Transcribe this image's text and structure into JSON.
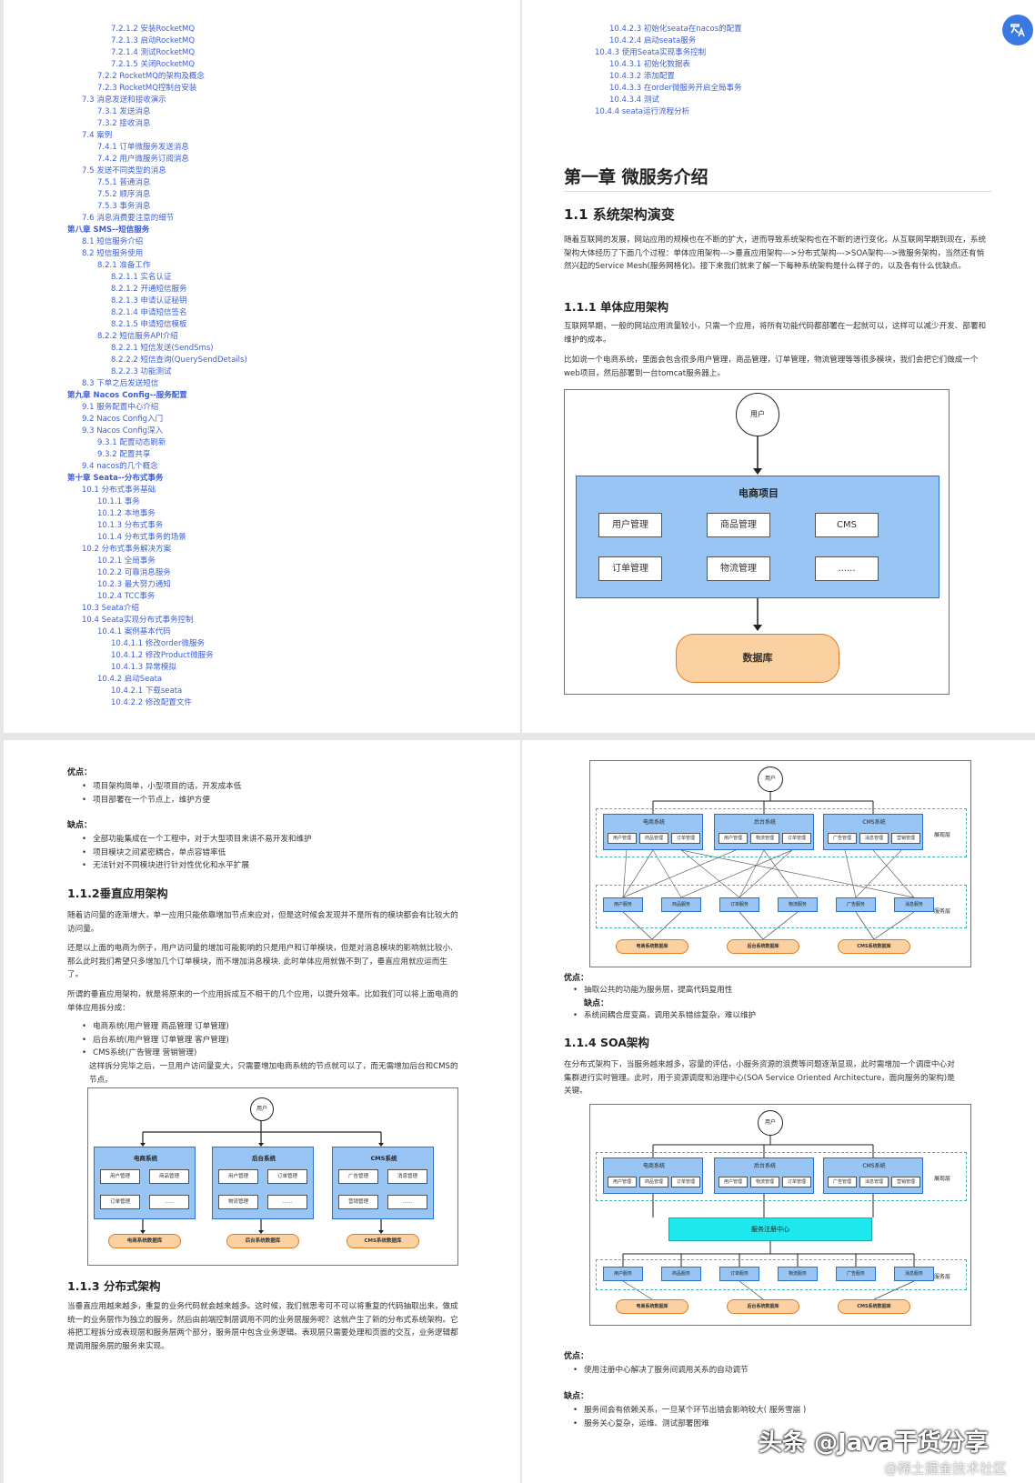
{
  "toc_left": [
    {
      "t": "7.2.1.2 安装RocketMQ",
      "l": 3
    },
    {
      "t": "7.2.1.3 启动RocketMQ",
      "l": 3
    },
    {
      "t": "7.2.1.4 测试RocketMQ",
      "l": 3
    },
    {
      "t": "7.2.1.5 关闭RocketMQ",
      "l": 3
    },
    {
      "t": "7.2.2 RocketMQ的架构及概念",
      "l": 2
    },
    {
      "t": "7.2.3 RocketMQ控制台安装",
      "l": 2
    },
    {
      "t": "7.3 消息发送和接收演示",
      "l": 1
    },
    {
      "t": "7.3.1 发送消息",
      "l": 2
    },
    {
      "t": "7.3.2 接收消息",
      "l": 2
    },
    {
      "t": "7.4 案例",
      "l": 1
    },
    {
      "t": "7.4.1 订单微服务发送消息",
      "l": 2
    },
    {
      "t": "7.4.2 用户微服务订阅消息",
      "l": 2
    },
    {
      "t": "7.5 发送不同类型的消息",
      "l": 1
    },
    {
      "t": "7.5.1 普通消息",
      "l": 2
    },
    {
      "t": "7.5.2 顺序消息",
      "l": 2
    },
    {
      "t": "7.5.3 事务消息",
      "l": 2
    },
    {
      "t": "7.6 消息消费要注意的细节",
      "l": 1
    },
    {
      "t": "第八章 SMS--短信服务",
      "l": 0
    },
    {
      "t": "8.1 短信服务介绍",
      "l": 1
    },
    {
      "t": "8.2 短信服务使用",
      "l": 1
    },
    {
      "t": "8.2.1 准备工作",
      "l": 2
    },
    {
      "t": "8.2.1.1 实名认证",
      "l": 3
    },
    {
      "t": "8.2.1.2 开通短信服务",
      "l": 3
    },
    {
      "t": "8.2.1.3 申请认证秘钥",
      "l": 3
    },
    {
      "t": "8.2.1.4 申请短信签名",
      "l": 3
    },
    {
      "t": "8.2.1.5 申请短信模板",
      "l": 3
    },
    {
      "t": "8.2.2 短信服务API介绍",
      "l": 2
    },
    {
      "t": "8.2.2.1 短信发送(SendSms)",
      "l": 3
    },
    {
      "t": "8.2.2.2 短信查询(QuerySendDetails)",
      "l": 3
    },
    {
      "t": "8.2.2.3 功能测试",
      "l": 3
    },
    {
      "t": "8.3 下单之后发送短信",
      "l": 1
    },
    {
      "t": "第九章 Nacos Config--服务配置",
      "l": 0
    },
    {
      "t": "9.1 服务配置中心介绍",
      "l": 1
    },
    {
      "t": "9.2 Nacos Config入门",
      "l": 1
    },
    {
      "t": "9.3 Nacos Config深入",
      "l": 1
    },
    {
      "t": "9.3.1 配置动态刷新",
      "l": 2
    },
    {
      "t": "9.3.2 配置共享",
      "l": 2
    },
    {
      "t": "9.4 nacos的几个概念",
      "l": 1
    },
    {
      "t": "第十章 Seata--分布式事务",
      "l": 0
    },
    {
      "t": "10.1 分布式事务基础",
      "l": 1
    },
    {
      "t": "10.1.1 事务",
      "l": 2
    },
    {
      "t": "10.1.2 本地事务",
      "l": 2
    },
    {
      "t": "10.1.3 分布式事务",
      "l": 2
    },
    {
      "t": "10.1.4 分布式事务的场景",
      "l": 2
    },
    {
      "t": "10.2 分布式事务解决方案",
      "l": 1
    },
    {
      "t": "10.2.1 全局事务",
      "l": 2
    },
    {
      "t": "10.2.2 可靠消息服务",
      "l": 2
    },
    {
      "t": "10.2.3 最大努力通知",
      "l": 2
    },
    {
      "t": "10.2.4 TCC事务",
      "l": 2
    },
    {
      "t": "10.3 Seata介绍",
      "l": 1
    },
    {
      "t": "10.4 Seata实现分布式事务控制",
      "l": 1
    },
    {
      "t": "10.4.1 案例基本代码",
      "l": 2
    },
    {
      "t": "10.4.1.1 修改order微服务",
      "l": 3
    },
    {
      "t": "10.4.1.2 修改Product微服务",
      "l": 3
    },
    {
      "t": "10.4.1.3 异常模拟",
      "l": 3
    },
    {
      "t": "10.4.2 启动Seata",
      "l": 2
    },
    {
      "t": "10.4.2.1 下载seata",
      "l": 3
    },
    {
      "t": "10.4.2.2 修改配置文件",
      "l": 3
    }
  ],
  "toc_right": [
    {
      "t": "10.4.2.3 初始化seata在nacos的配置",
      "l": 3
    },
    {
      "t": "10.4.2.4 启动seata服务",
      "l": 3
    },
    {
      "t": "10.4.3 使用Seata实现事务控制",
      "l": 2
    },
    {
      "t": "10.4.3.1 初始化数据表",
      "l": 3
    },
    {
      "t": "10.4.3.2 添加配置",
      "l": 3
    },
    {
      "t": "10.4.3.3 在order微服务开启全局事务",
      "l": 3
    },
    {
      "t": "10.4.3.4 测试",
      "l": 3
    },
    {
      "t": "10.4.4 seata运行流程分析",
      "l": 2
    }
  ],
  "p2": {
    "chapter": "第一章 微服务介绍",
    "s11": "1.1 系统架构演变",
    "s11_text": "随着互联网的发展，网站应用的规模也在不断的扩大，进而导致系统架构也在不断的进行变化。从互联网早期到现在，系统架构大体经历了下面几个过程：单体应用架构--->垂直应用架构--->分布式架构--->SOA架构--->微服务架构，当然还有悄然兴起的Service Mesh(服务网格化)。接下来我们就来了解一下每种系统架构是什么样子的，以及各有什么优缺点。",
    "s111": "1.1.1 单体应用架构",
    "s111_text1": "互联网早期，一般的网站应用流量较小，只需一个应用，将所有功能代码都部署在一起就可以，这样可以减少开发、部署和维护的成本。",
    "s111_text2": "比如说一个电商系统，里面会包含很多用户管理，商品管理，订单管理，物流管理等等很多模块，我们会把它们做成一个web项目，然后部署到一台tomcat服务器上。",
    "d_user": "用户",
    "d_project": "电商项目",
    "d_modules": [
      "用户管理",
      "商品管理",
      "CMS",
      "订单管理",
      "物流管理",
      "......"
    ],
    "d_db": "数据库"
  },
  "p3": {
    "adv_label": "优点：",
    "adv": [
      "项目架构简单，小型项目的话，开发成本低",
      "项目部署在一个节点上，维护方便"
    ],
    "dis_label": "缺点：",
    "dis": [
      "全部功能集成在一个工程中，对于大型项目来讲不易开发和维护",
      "项目模块之间紧密耦合，单点容错率低",
      "无法针对不同模块进行针对性优化和水平扩展"
    ],
    "s112": "1.1.2垂直应用架构",
    "t1": "随着访问量的逐渐增大，单一应用只能依靠增加节点来应对，但是这时候会发现并不是所有的模块都会有比较大的访问量。",
    "t2": "还是以上面的电商为例子，用户访问量的增加可能影响的只是用户和订单模块，但是对消息模块的影响就比较小. 那么此时我们希望只多增加几个订单模块，而不增加消息模块. 此时单体应用就做不到了，垂直应用就应运而生了。",
    "t3": "所谓的垂直应用架构，就是将原来的一个应用拆成互不相干的几个应用，以提升效率。比如我们可以将上面电商的单体应用拆分成：",
    "sys": [
      "电商系统(用户管理 商品管理 订单管理)",
      "后台系统(用户管理 订单管理 客户管理)",
      "CMS系统(广告管理 营销管理)"
    ],
    "t4": "这样拆分完毕之后，一旦用户访问量变大，只需要增加电商系统的节点就可以了，而无需增加后台和CMS的节点。",
    "d_user": "用户",
    "d_groups": [
      {
        "title": "电商系统",
        "items": [
          "用户管理",
          "商品管理",
          "订单管理",
          "......"
        ],
        "db": "电商系统数据库"
      },
      {
        "title": "后台系统",
        "items": [
          "用户管理",
          "订单管理",
          "物流管理",
          "......"
        ],
        "db": "后台系统数据库"
      },
      {
        "title": "CMS系统",
        "items": [
          "广告管理",
          "消息管理",
          "营销管理",
          "......"
        ],
        "db": "CMS系统数据库"
      }
    ],
    "s113": "1.1.3 分布式架构",
    "t5": "当垂直应用越来越多，重复的业务代码就会越来越多。这时候，我们就思考可不可以将重复的代码抽取出来，做成统一的业务层作为独立的服务，然后由前端控制层调用不同的业务层服务呢？这就产生了新的分布式系统架构。它将把工程拆分成表现层和服务层两个部分，服务层中包含业务逻辑。表现层只需要处理和页面的交互，业务逻辑都是调用服务层的服务来实现。"
  },
  "p4": {
    "d_user": "用户",
    "web_groups": [
      {
        "title": "电商系统",
        "items": [
          "用户管理",
          "商品管理",
          "订单管理"
        ]
      },
      {
        "title": "后台系统",
        "items": [
          "用户管理",
          "物流管理",
          "订单管理"
        ]
      },
      {
        "title": "CMS系统",
        "items": [
          "广告管理",
          "消息管理",
          "营销管理"
        ]
      }
    ],
    "web_layer": "展现层",
    "services": [
      "用户服务",
      "商品服务",
      "订单服务",
      "物流服务",
      "广告服务",
      "消息服务"
    ],
    "svc_layer": "服务层",
    "dbs": [
      "电商系统数据库",
      "后台系统数据库",
      "CMS系统数据库"
    ],
    "adv_label": "优点：",
    "adv": "抽取公共的功能为服务层，提高代码复用性",
    "dis_label": "缺点：",
    "dis": "系统间耦合度变高，调用关系错综复杂，难以维护",
    "s114": "1.1.4 SOA架构",
    "t1": "在分布式架构下，当服务越来越多，容量的评估，小服务资源的浪费等问题逐渐显现，此时需增加一个调度中心对集群进行实时管理。此时，用于资源调度和治理中心(SOA Service Oriented Architecture，面向服务的架构)是关键。",
    "registry": "服务注册中心",
    "adv2_label": "优点：",
    "adv2": "使用注册中心解决了服务间调用关系的自动调节",
    "dis2_label": "缺点：",
    "dis2": [
      "服务间会有依赖关系，一旦某个环节出错会影响较大( 服务雪崩 )",
      "服务关心复杂，运维、测试部署困难"
    ]
  },
  "watermark": "头条 @Java干货分享",
  "watermark2": "@稀土掘金技术社区",
  "translate_icon": "translate-icon"
}
